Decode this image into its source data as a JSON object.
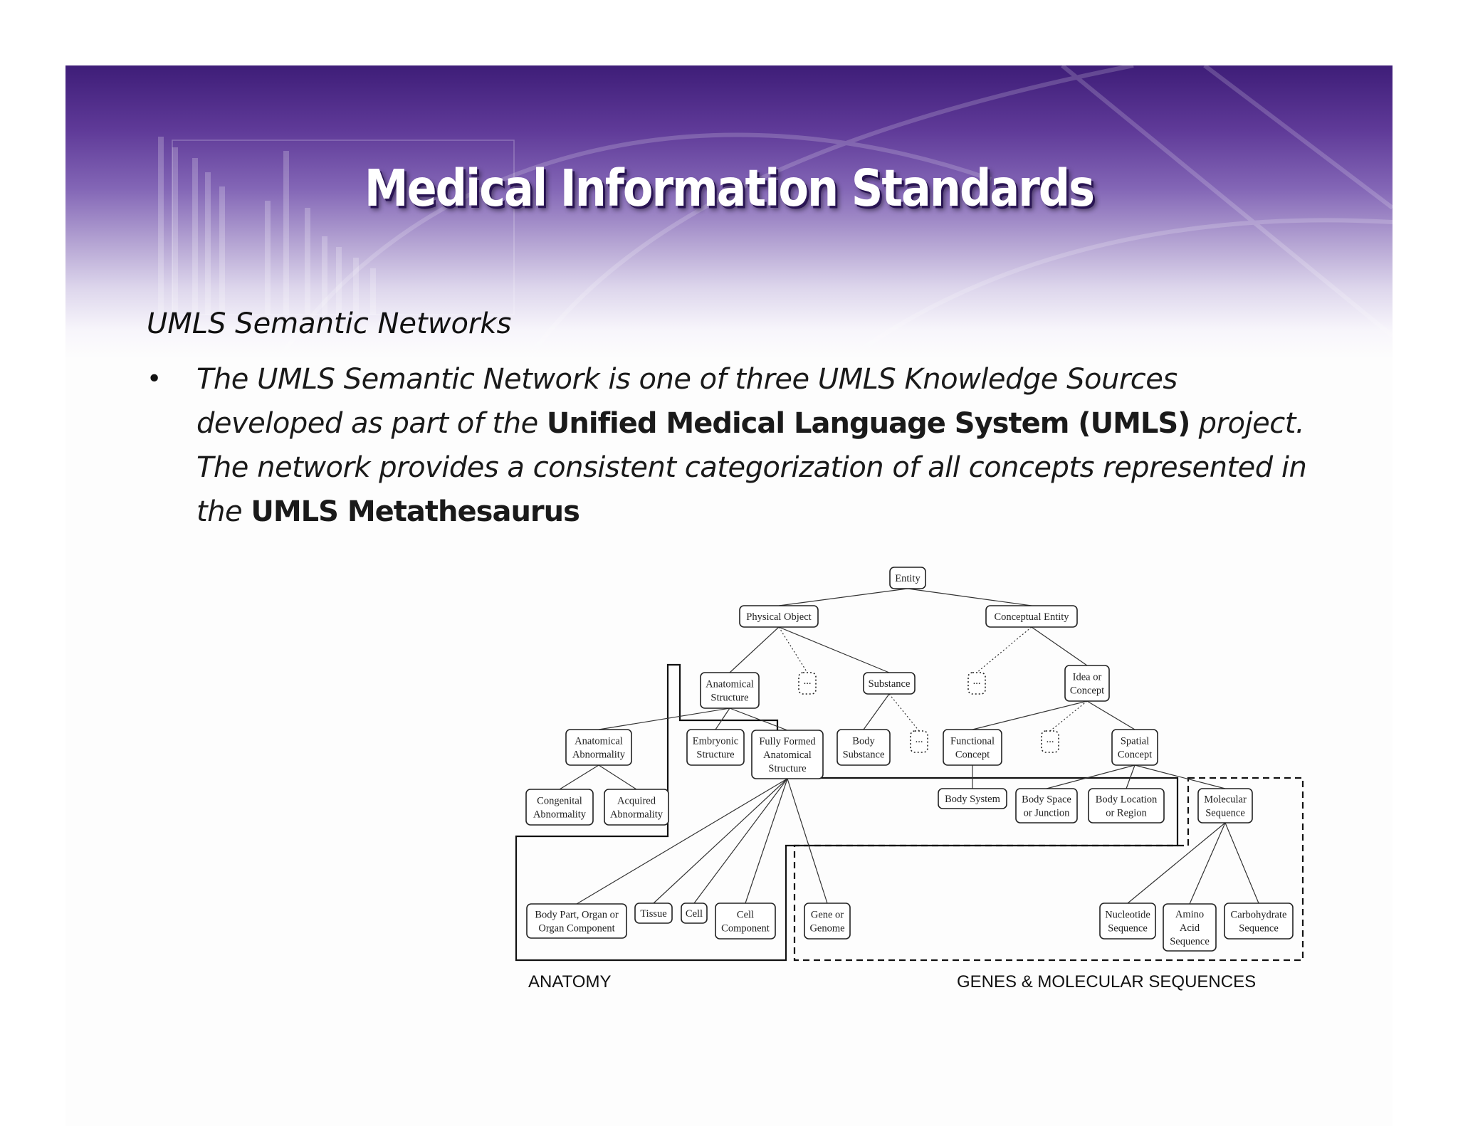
{
  "slide": {
    "title": "Medical Information Standards",
    "subtitle": "UMLS Semantic Networks",
    "bullet": {
      "t1": "The UMLS Semantic Network is one of three UMLS Knowledge Sources developed as part of the ",
      "b1": "Unified Medical Language System (UMLS)",
      "t2": " project.  The network provides a consistent categorization of all concepts represented in the ",
      "b2": "UMLS Metathesaurus"
    }
  },
  "diagram": {
    "nodes": {
      "entity": [
        "Entity"
      ],
      "physical_object": [
        "Physical Object"
      ],
      "conceptual_entity": [
        "Conceptual Entity"
      ],
      "anatomical_structure": [
        "Anatomical",
        "Structure"
      ],
      "ellipsis_1": [
        "..."
      ],
      "substance": [
        "Substance"
      ],
      "ellipsis_2": [
        "..."
      ],
      "idea_or_concept": [
        "Idea or",
        "Concept"
      ],
      "anatomical_abnormality": [
        "Anatomical",
        "Abnormality"
      ],
      "embryonic_structure": [
        "Embryonic",
        "Structure"
      ],
      "fully_formed": [
        "Fully Formed",
        "Anatomical",
        "Structure"
      ],
      "body_substance": [
        "Body",
        "Substance"
      ],
      "ellipsis_3": [
        "..."
      ],
      "functional_concept": [
        "Functional",
        "Concept"
      ],
      "ellipsis_4": [
        "..."
      ],
      "spatial_concept": [
        "Spatial",
        "Concept"
      ],
      "congenital_abnormality": [
        "Congenital",
        "Abnormality"
      ],
      "acquired_abnormality": [
        "Acquired",
        "Abnormality"
      ],
      "body_system": [
        "Body System"
      ],
      "body_space": [
        "Body Space",
        "or Junction"
      ],
      "body_location": [
        "Body Location",
        "or Region"
      ],
      "molecular_sequence": [
        "Molecular",
        "Sequence"
      ],
      "body_part": [
        "Body Part, Organ or",
        "Organ Component"
      ],
      "tissue": [
        "Tissue"
      ],
      "cell": [
        "Cell"
      ],
      "cell_component": [
        "Cell",
        "Component"
      ],
      "gene_or_genome": [
        "Gene or",
        "Genome"
      ],
      "nucleotide_sequence": [
        "Nucleotide",
        "Sequence"
      ],
      "amino_acid_sequence": [
        "Amino",
        "Acid",
        "Sequence"
      ],
      "carbohydrate_sequence": [
        "Carbohydrate",
        "Sequence"
      ]
    },
    "edges": [
      [
        "entity",
        "physical_object",
        "solid"
      ],
      [
        "entity",
        "conceptual_entity",
        "solid"
      ],
      [
        "physical_object",
        "anatomical_structure",
        "solid"
      ],
      [
        "physical_object",
        "ellipsis_1",
        "dotted"
      ],
      [
        "physical_object",
        "substance",
        "solid"
      ],
      [
        "conceptual_entity",
        "ellipsis_2",
        "dotted"
      ],
      [
        "conceptual_entity",
        "idea_or_concept",
        "solid"
      ],
      [
        "anatomical_structure",
        "anatomical_abnormality",
        "solid"
      ],
      [
        "anatomical_structure",
        "embryonic_structure",
        "solid"
      ],
      [
        "anatomical_structure",
        "fully_formed",
        "solid"
      ],
      [
        "substance",
        "body_substance",
        "solid"
      ],
      [
        "substance",
        "ellipsis_3",
        "dotted"
      ],
      [
        "idea_or_concept",
        "functional_concept",
        "solid"
      ],
      [
        "idea_or_concept",
        "ellipsis_4",
        "dotted"
      ],
      [
        "idea_or_concept",
        "spatial_concept",
        "solid"
      ],
      [
        "anatomical_abnormality",
        "congenital_abnormality",
        "solid"
      ],
      [
        "anatomical_abnormality",
        "acquired_abnormality",
        "solid"
      ],
      [
        "functional_concept",
        "body_system",
        "solid"
      ],
      [
        "spatial_concept",
        "body_space",
        "solid"
      ],
      [
        "spatial_concept",
        "body_location",
        "solid"
      ],
      [
        "spatial_concept",
        "molecular_sequence",
        "solid"
      ],
      [
        "fully_formed",
        "body_part",
        "solid"
      ],
      [
        "fully_formed",
        "tissue",
        "solid"
      ],
      [
        "fully_formed",
        "cell",
        "solid"
      ],
      [
        "fully_formed",
        "cell_component",
        "solid"
      ],
      [
        "fully_formed",
        "gene_or_genome",
        "solid"
      ],
      [
        "molecular_sequence",
        "nucleotide_sequence",
        "solid"
      ],
      [
        "molecular_sequence",
        "amino_acid_sequence",
        "solid"
      ],
      [
        "molecular_sequence",
        "carbohydrate_sequence",
        "solid"
      ]
    ],
    "region_labels": {
      "anatomy": "ANATOMY",
      "genes": "GENES & MOLECULAR SEQUENCES"
    }
  }
}
